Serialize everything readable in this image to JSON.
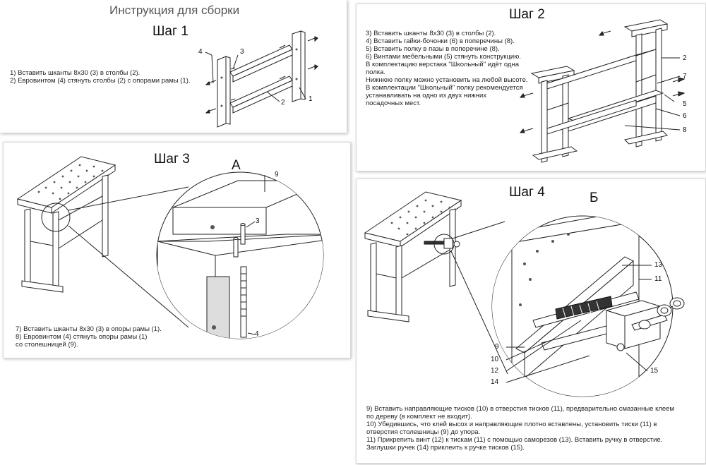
{
  "main_title": "Инструкция для сборки",
  "steps": [
    {
      "title": "Шаг 1",
      "text": "1) Вставить шканты 8x30 (3) в столбы (2).\n2) Евровинтом (4) стянуть столбы (2) с опорами рамы (1).",
      "callouts": [
        "4",
        "3",
        "2",
        "1"
      ]
    },
    {
      "title": "Шаг 2",
      "text": "3) Вставить шканты 8x30 (3) в столбы (2).\n4) Вставить гайки-бочонки (6) в поперечины (8).\n5) Вставить полку в пазы в поперечине (8).\n6) Винтами мебельными (5) стянуть конструкцию.\nВ комплектацию верстака \"Школьный\" идёт одна\nполка.\nНижнюю полку можно установить на любой высоте.\nВ комплектации \"Школьный\" полку рекомендуется\nустанавливать на одно из двух нижних\nпосадочных мест.",
      "callouts": [
        "2",
        "7",
        "5",
        "6",
        "8"
      ]
    },
    {
      "title": "Шаг 3",
      "text": "7) Вставить шканты 8x30 (3) в опоры рамы (1).\n8) Евровинтом (4) стянуть опоры рамы (1)\nсо столешницей (9).",
      "detail_letter": "А",
      "callouts": [
        "9",
        "3",
        "4"
      ]
    },
    {
      "title": "Шаг 4",
      "text": "9) Вставить направляющие тисков (10) в отверстия тисков (11), предварительно смазанные клеем\nпо дереву (в комплект не входит).\n10) Убедившись, что клей высох и направляющие плотно вставлены, установить тиски (11) в\nотверстия столешницы (9) до упора.\n11) Прикрепить винт (12) к тискам (11) с помощью саморезов (13). Вставить ручку в отверстие.\nЗаглушки ручек (14) приклеить к ручке тисков (15).",
      "detail_letter": "Б",
      "callouts": [
        "13",
        "11",
        "9",
        "10",
        "12",
        "14",
        "15"
      ]
    }
  ]
}
